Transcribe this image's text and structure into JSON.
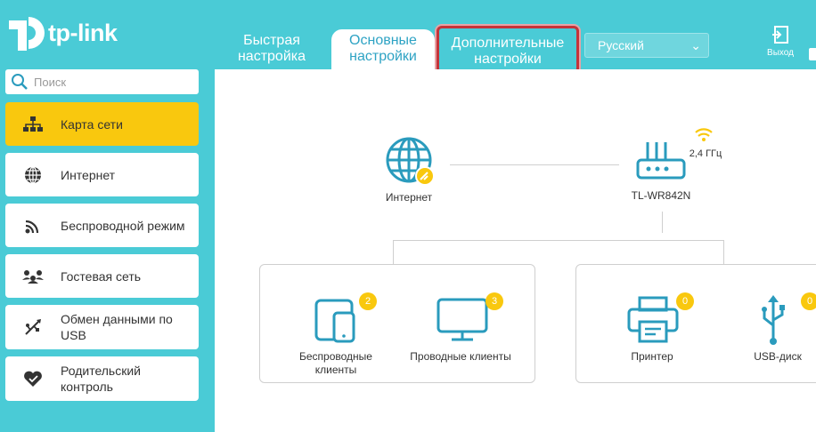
{
  "brand": {
    "logo_text": "tp-link"
  },
  "tabs": {
    "quick": "Быстрая настройка",
    "basic": "Основные настройки",
    "advanced": "Дополнительные настройки"
  },
  "language": {
    "selected": "Русский"
  },
  "logout": {
    "label": "Выход"
  },
  "search": {
    "placeholder": "Поиск"
  },
  "sidebar": {
    "items": [
      {
        "label": "Карта сети",
        "icon": "network-map-icon",
        "active": true
      },
      {
        "label": "Интернет",
        "icon": "globe-icon"
      },
      {
        "label": "Беспроводной режим",
        "icon": "wireless-icon"
      },
      {
        "label": "Гостевая сеть",
        "icon": "guest-network-icon"
      },
      {
        "label": "Обмен данными по USB",
        "icon": "usb-icon"
      },
      {
        "label": "Родительский контроль",
        "icon": "parental-control-icon"
      }
    ]
  },
  "map": {
    "internet_label": "Интернет",
    "router_label": "TL-WR842N",
    "band_label": "2,4 ГГц",
    "wireless_clients": {
      "label": "Беспроводные клиенты",
      "count": "2"
    },
    "wired_clients": {
      "label": "Проводные клиенты",
      "count": "3"
    },
    "printer": {
      "label": "Принтер",
      "count": "0"
    },
    "usb_disk": {
      "label": "USB-диск",
      "count": "0"
    }
  },
  "colors": {
    "teal": "#4acbd6",
    "accent_yellow": "#f9c80e",
    "icon_teal": "#2a9bbd",
    "highlight_red": "#c4343a"
  }
}
